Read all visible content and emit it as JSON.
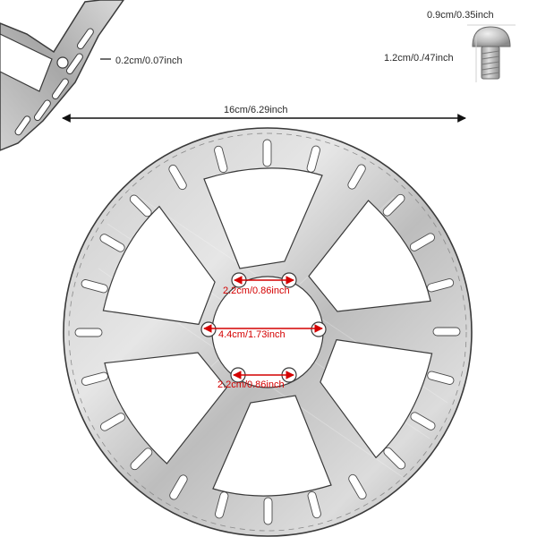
{
  "dimensions": {
    "rotor_thickness": "0.2cm/0.07inch",
    "screw_head": "0.9cm/0.35inch",
    "screw_length": "1.2cm/0./47inch",
    "rotor_diameter": "16cm/6.29inch",
    "hole_spacing_top": "2.2cm/0.86inch",
    "hole_spacing_middle": "4.4cm/1.73inch",
    "hole_spacing_bottom": "2.2cm/0.86inch"
  },
  "colors": {
    "metal_light": "#d8d8d8",
    "metal_dark": "#9a9a9a",
    "outline": "#3a3a3a",
    "dimension_red": "#d40000",
    "dimension_black": "#111111"
  }
}
